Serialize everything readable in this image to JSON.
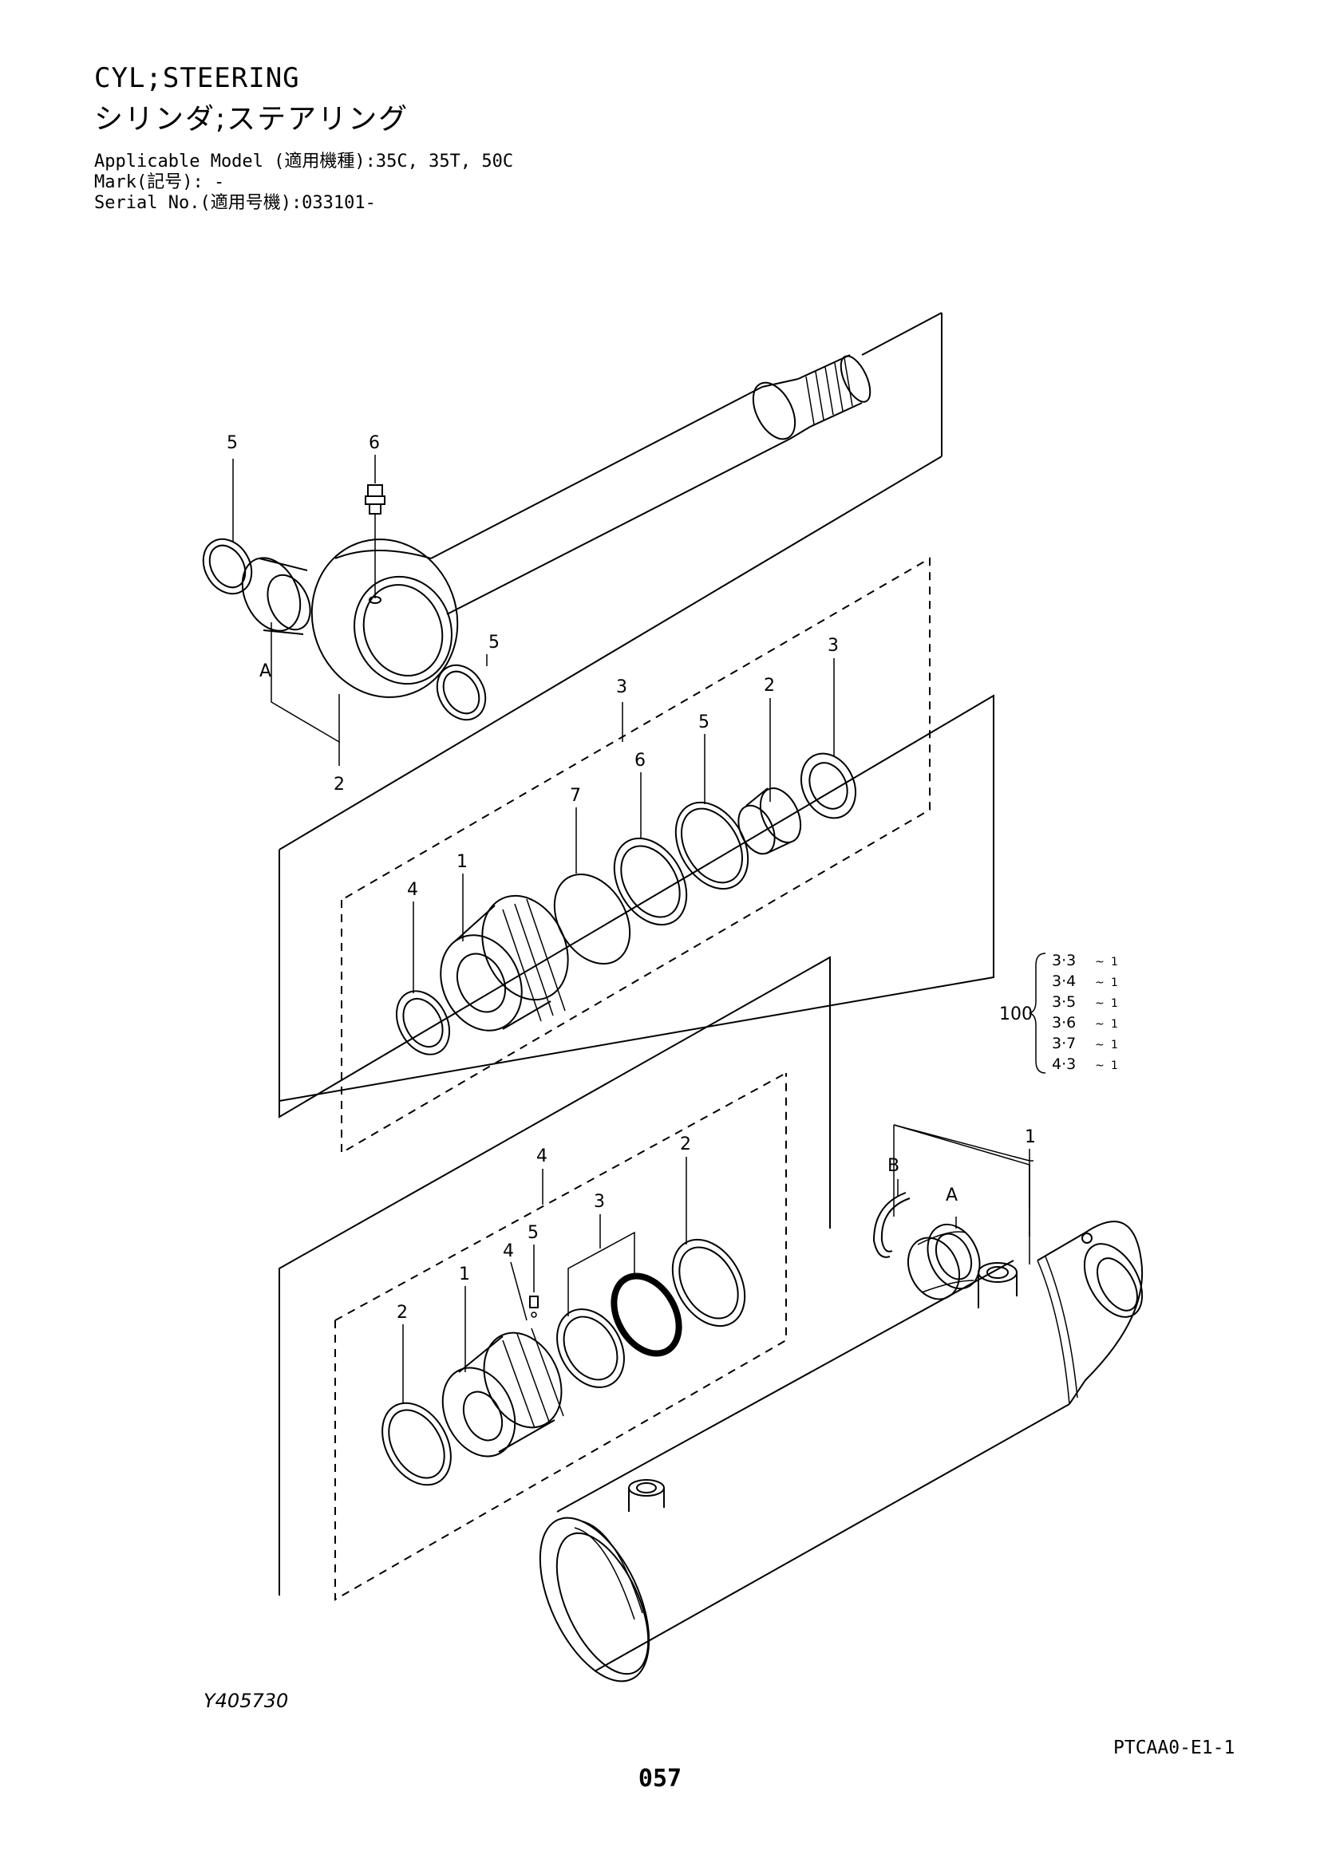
{
  "header": {
    "title_en": "CYL;STEERING",
    "title_jp": "シリンダ;ステアリング",
    "applicable_model": "Applicable Model (適用機種):35C, 35T, 50C",
    "mark": "Mark(記号): -",
    "serial_no": "Serial No.(適用号機):033101-"
  },
  "diagram": {
    "callouts": {
      "rod_5_left": "5",
      "rod_6": "6",
      "rod_5_right": "5",
      "rod_A": "A",
      "rod_2": "2",
      "gland_3_top": "3",
      "gland_2": "2",
      "gland_3_right": "3",
      "gland_5": "5",
      "gland_6": "6",
      "gland_7": "7",
      "gland_1": "1",
      "gland_4": "4",
      "piston_4_top": "4",
      "piston_2_top": "2",
      "piston_3": "3",
      "piston_5": "5",
      "piston_4": "4",
      "piston_1": "1",
      "piston_2_left": "2",
      "tube_B": "B",
      "tube_A": "A",
      "tube_1": "1"
    },
    "kit": {
      "number": "100",
      "items": [
        {
          "ref": "3·3",
          "qty": "1"
        },
        {
          "ref": "3·4",
          "qty": "1"
        },
        {
          "ref": "3·5",
          "qty": "1"
        },
        {
          "ref": "3·6",
          "qty": "1"
        },
        {
          "ref": "3·7",
          "qty": "1"
        },
        {
          "ref": "4·3",
          "qty": "1"
        }
      ]
    }
  },
  "footer": {
    "drawing_ref": "Y405730",
    "code": "PTCAA0-E1-1",
    "page": "057"
  }
}
